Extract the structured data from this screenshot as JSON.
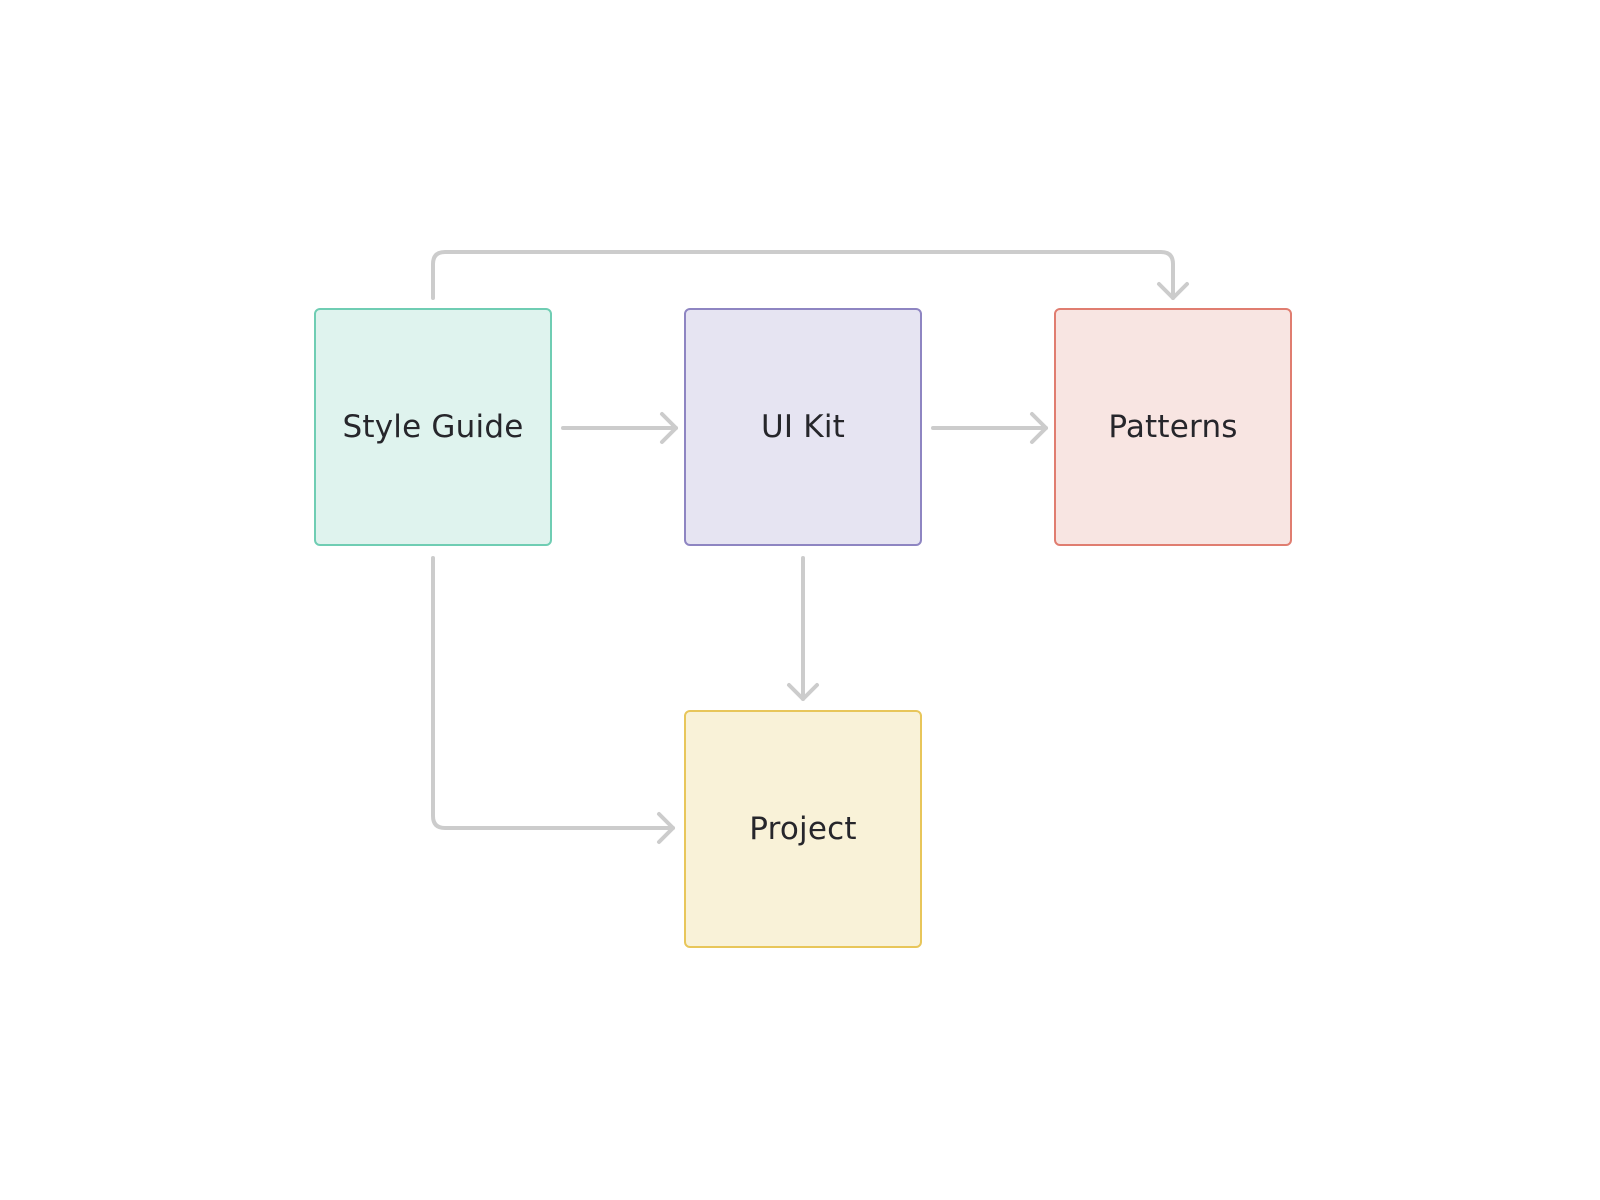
{
  "nodes": [
    {
      "id": "style-guide",
      "label": "Style Guide",
      "fill": "#dff3ee",
      "border": "#6fcdb3"
    },
    {
      "id": "ui-kit",
      "label": "UI Kit",
      "fill": "#e6e4f2",
      "border": "#8e85c2"
    },
    {
      "id": "patterns",
      "label": "Patterns",
      "fill": "#f8e5e2",
      "border": "#e07d70"
    },
    {
      "id": "project",
      "label": "Project",
      "fill": "#f9f2d8",
      "border": "#e8c65a"
    }
  ],
  "edges": [
    {
      "from": "style-guide",
      "to": "ui-kit"
    },
    {
      "from": "ui-kit",
      "to": "patterns"
    },
    {
      "from": "style-guide",
      "to": "patterns"
    },
    {
      "from": "ui-kit",
      "to": "project"
    },
    {
      "from": "style-guide",
      "to": "project"
    }
  ],
  "colors": {
    "connector": "#cccccc",
    "label_text": "#26262b",
    "background": "#ffffff"
  }
}
